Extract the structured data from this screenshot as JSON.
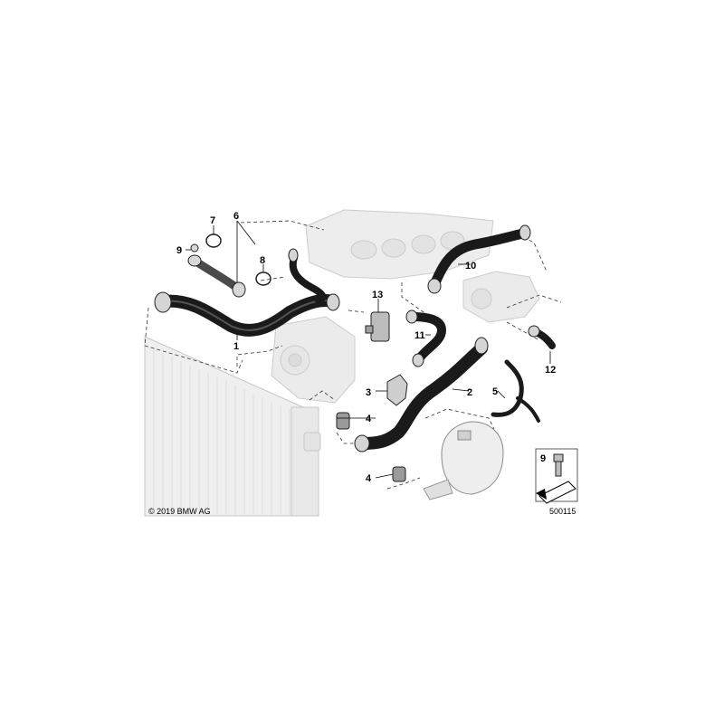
{
  "diagram": {
    "callouts": [
      {
        "id": "c1",
        "label": "1"
      },
      {
        "id": "c2",
        "label": "2"
      },
      {
        "id": "c3",
        "label": "3"
      },
      {
        "id": "c4a",
        "label": "4"
      },
      {
        "id": "c4b",
        "label": "4"
      },
      {
        "id": "c5",
        "label": "5"
      },
      {
        "id": "c6",
        "label": "6"
      },
      {
        "id": "c7",
        "label": "7"
      },
      {
        "id": "c8",
        "label": "8"
      },
      {
        "id": "c9a",
        "label": "9"
      },
      {
        "id": "c9b",
        "label": "9"
      },
      {
        "id": "c10",
        "label": "10"
      },
      {
        "id": "c11",
        "label": "11"
      },
      {
        "id": "c12",
        "label": "12"
      },
      {
        "id": "c13",
        "label": "13"
      }
    ],
    "copyright": "© 2019 BMW AG",
    "diagram_number": "500115"
  }
}
